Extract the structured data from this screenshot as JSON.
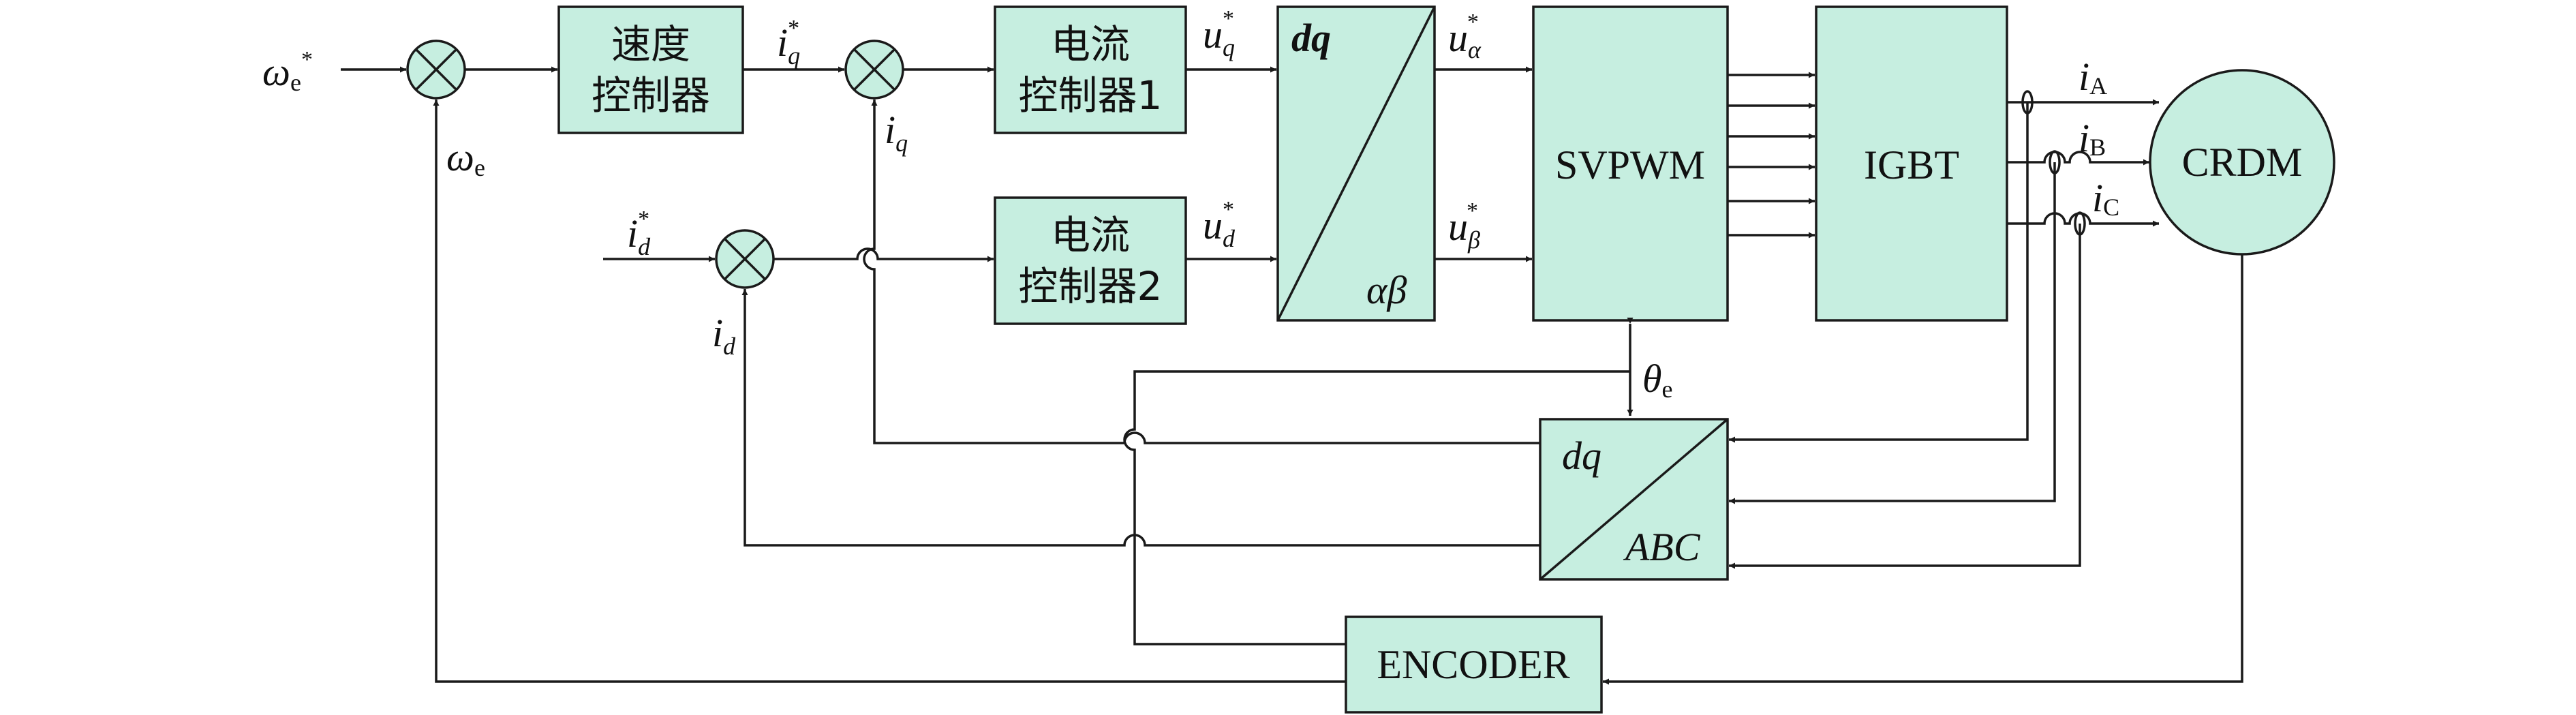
{
  "blocks": {
    "speed_controller": [
      "速度",
      "控制器"
    ],
    "current_controller_1": [
      "电流",
      "控制器1"
    ],
    "current_controller_2": [
      "电流",
      "控制器2"
    ],
    "dq_ab": {
      "top": "dq",
      "bottom": "αβ"
    },
    "svpwm": "SVPWM",
    "igbt": "IGBT",
    "crdm": "CRDM",
    "dq_abc": {
      "top": "dq",
      "bottom": "ABC"
    },
    "encoder": "ENCODER"
  },
  "signals": {
    "omega_e_ref": {
      "base": "ω",
      "sub": "e",
      "sup": "*"
    },
    "omega_e": {
      "base": "ω",
      "sub": "e"
    },
    "iq_ref": {
      "base": "i",
      "sub": "q",
      "sup": "*"
    },
    "iq": {
      "base": "i",
      "sub": "q"
    },
    "id_ref": {
      "base": "i",
      "sub": "d",
      "sup": "*"
    },
    "id": {
      "base": "i",
      "sub": "d"
    },
    "uq_ref": {
      "base": "u",
      "sub": "q",
      "sup": "*"
    },
    "ud_ref": {
      "base": "u",
      "sub": "d",
      "sup": "*"
    },
    "ualpha_ref": {
      "base": "u",
      "sub": "α",
      "sup": "*"
    },
    "ubeta_ref": {
      "base": "u",
      "sub": "β",
      "sup": "*"
    },
    "theta_e": {
      "base": "θ",
      "sub": "e"
    },
    "iA": {
      "base": "i",
      "sub": "A"
    },
    "iB": {
      "base": "i",
      "sub": "B"
    },
    "iC": {
      "base": "i",
      "sub": "C"
    }
  }
}
